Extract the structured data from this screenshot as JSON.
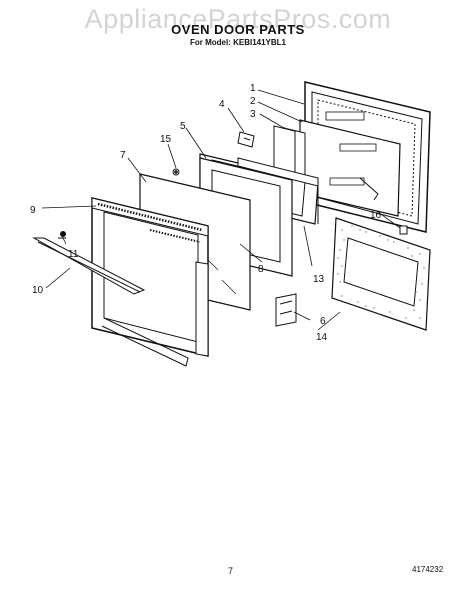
{
  "watermark": "AppliancePartsPros.com",
  "header": {
    "title": "OVEN DOOR PARTS",
    "subtitle": "For Model: KEBI141YBL1"
  },
  "footer": {
    "page_number": "7",
    "figure_code": "4174232"
  },
  "callouts": {
    "c1": "1",
    "c2": "2",
    "c3": "3",
    "c4": "4",
    "c5": "5",
    "c6": "6",
    "c7": "7",
    "c8": "8",
    "c9": "9",
    "c10": "10",
    "c11": "11",
    "c13": "13",
    "c14": "14",
    "c15": "15",
    "c16": "16"
  }
}
